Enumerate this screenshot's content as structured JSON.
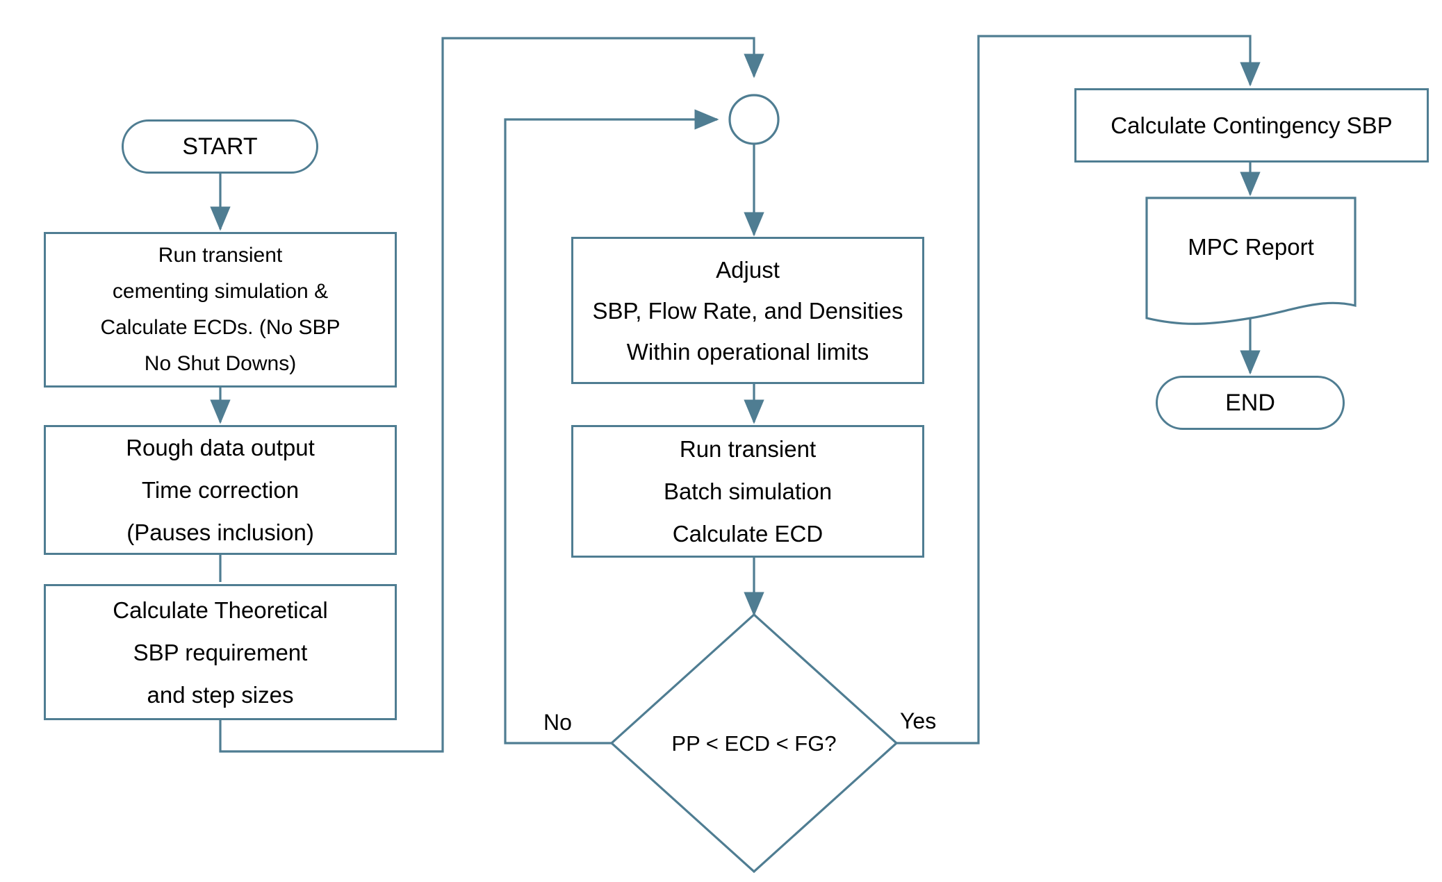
{
  "diagram": {
    "title": "Cementing MPC simulation workflow flowchart",
    "stroke_color": "#4f7d92",
    "text_color": "#000000",
    "background_color": "#ffffff"
  },
  "nodes": {
    "start": {
      "label": "START",
      "shape": "terminator"
    },
    "run_cementing": {
      "shape": "process",
      "lines": [
        "Run transient",
        "cementing simulation &",
        "Calculate ECDs. (No SBP",
        "No Shut Downs)"
      ]
    },
    "rough_output": {
      "shape": "process",
      "lines": [
        "Rough data output",
        "Time correction",
        "(Pauses inclusion)"
      ]
    },
    "calc_theoretical": {
      "shape": "process",
      "lines": [
        "Calculate Theoretical",
        "SBP requirement",
        "and step sizes"
      ]
    },
    "connector": {
      "shape": "circle",
      "label": ""
    },
    "adjust": {
      "shape": "process",
      "lines": [
        "Adjust",
        "SBP, Flow Rate, and Densities",
        "Within operational limits"
      ]
    },
    "run_batch": {
      "shape": "process",
      "lines": [
        "Run transient",
        "Batch simulation",
        "Calculate ECD"
      ]
    },
    "decision": {
      "shape": "diamond",
      "label": "PP < ECD < FG?"
    },
    "contingency": {
      "shape": "process",
      "label": "Calculate Contingency SBP"
    },
    "mpc_report": {
      "shape": "document",
      "label": "MPC Report"
    },
    "end": {
      "label": "END",
      "shape": "terminator"
    }
  },
  "edge_labels": {
    "no": "No",
    "yes": "Yes"
  }
}
